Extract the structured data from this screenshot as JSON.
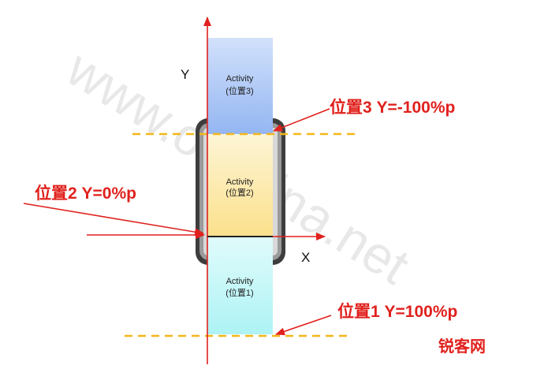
{
  "axes": {
    "x_label": "X",
    "y_label": "Y"
  },
  "activities": [
    {
      "title": "Activity",
      "position": "(位置3)"
    },
    {
      "title": "Activity",
      "position": "(位置2)"
    },
    {
      "title": "Activity",
      "position": "(位置1)"
    }
  ],
  "annotations": {
    "pos3": "位置3 Y=-100%p",
    "pos2": "位置2 Y=0%p",
    "pos1": "位置1 Y=100%p"
  },
  "watermark": "www.oschina.net",
  "logo": "锐客网",
  "colors": {
    "accent_red": "#e0211d",
    "dashed_line": "#f2b71a",
    "activity3": "#a8c6f5",
    "activity2": "#fdeaa6",
    "activity1": "#c9f8f8"
  }
}
